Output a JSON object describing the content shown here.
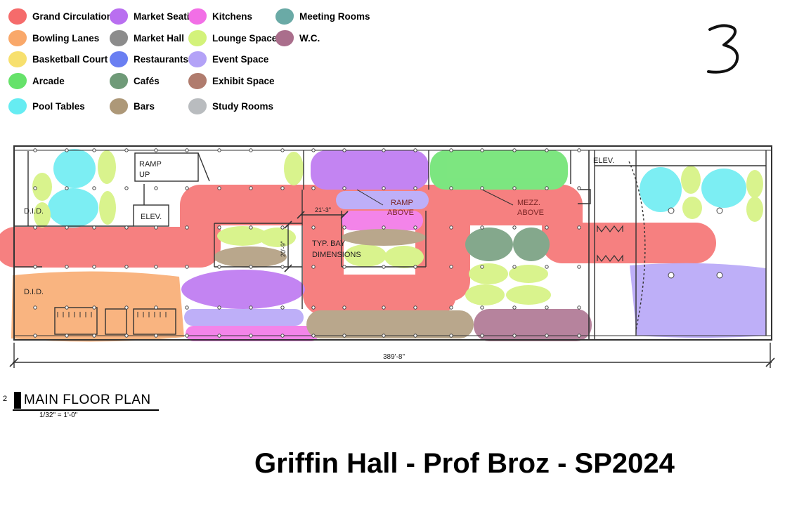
{
  "legend": [
    {
      "label": "Grand Circulation",
      "color": "#f56b6b"
    },
    {
      "label": "Bowling Lanes",
      "color": "#f9a86a"
    },
    {
      "label": "Basketball Court",
      "color": "#f7e06e"
    },
    {
      "label": "Arcade",
      "color": "#66e26a"
    },
    {
      "label": "Pool Tables",
      "color": "#66ecf2"
    },
    {
      "label": "Market Seating",
      "color": "#b96ff0"
    },
    {
      "label": "Market Hall",
      "color": "#8c8c8c"
    },
    {
      "label": "Restaurants",
      "color": "#6a7ff2"
    },
    {
      "label": "Cafés",
      "color": "#6f9a78"
    },
    {
      "label": "Bars",
      "color": "#ad9878"
    },
    {
      "label": "Kitchens",
      "color": "#f26fe6"
    },
    {
      "label": "Lounge Space",
      "color": "#d3f27a"
    },
    {
      "label": "Event Space",
      "color": "#b3a2f7"
    },
    {
      "label": "Exhibit Space",
      "color": "#b07c6e"
    },
    {
      "label": "Study Rooms",
      "color": "#b9bcbf"
    },
    {
      "label": "Meeting Rooms",
      "color": "#6aaaa6"
    },
    {
      "label": "W.C.",
      "color": "#aa6e8c"
    }
  ],
  "page_number": "3",
  "plan": {
    "ramp_up": [
      "RAMP",
      "UP"
    ],
    "elev": "ELEV.",
    "elev_right": "ELEV.",
    "did": "D.I.D.",
    "ramp_above": [
      "RAMP",
      "ABOVE"
    ],
    "mezz_above": [
      "MEZZ.",
      "ABOVE"
    ],
    "typ_bay": [
      "TYP. BAY",
      "DIMENSIONS"
    ],
    "bay_width": "21'-3\"",
    "bay_depth": "20'-9\"",
    "overall": "389'-8\""
  },
  "title_block": {
    "number": "2",
    "title": "MAIN FLOOR PLAN",
    "scale": "1/32\" = 1'-0\""
  },
  "footer": "Griffin Hall - Prof Broz - SP2024"
}
